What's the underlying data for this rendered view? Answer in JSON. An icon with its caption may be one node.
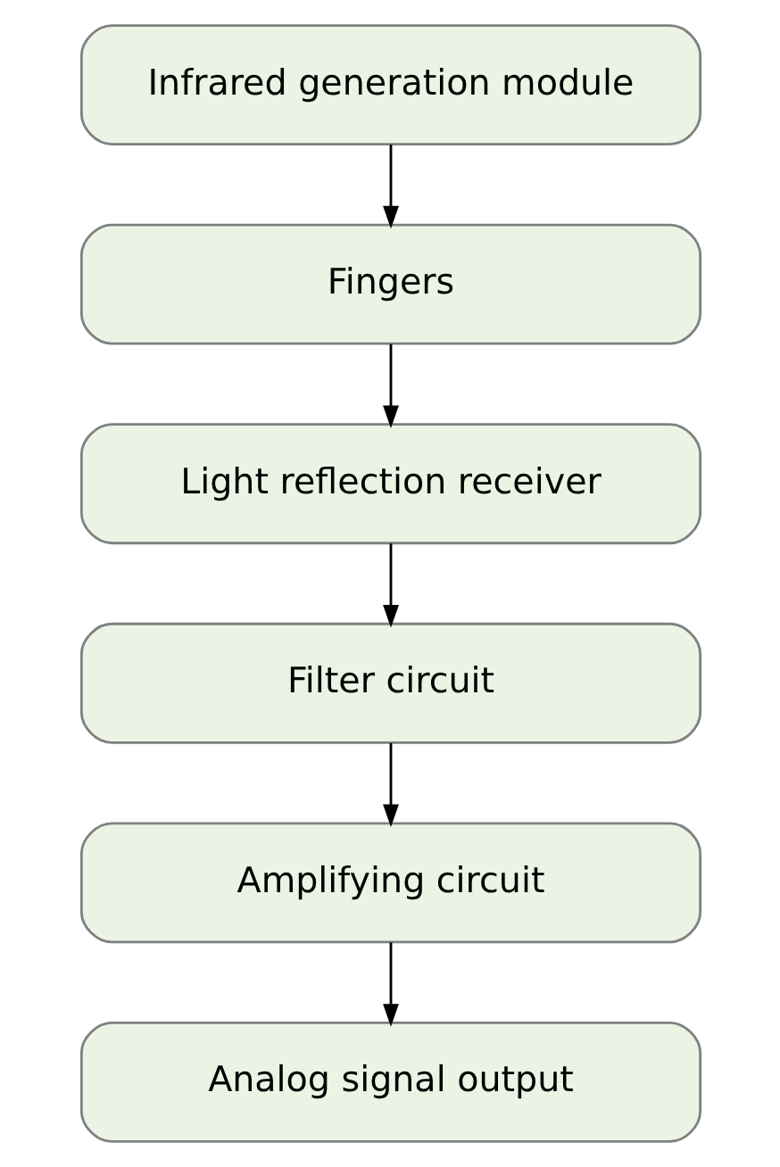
{
  "diagram": {
    "nodes": [
      {
        "text": [
          "Infrared generation module"
        ]
      },
      {
        "text": [
          "Fingers"
        ]
      },
      {
        "text": [
          "Light reflection receiver"
        ]
      },
      {
        "text": [
          "Filter circuit"
        ]
      },
      {
        "text": [
          "Amplifying circuit"
        ]
      },
      {
        "text": [
          "Analog signal output"
        ]
      }
    ],
    "edges": [
      {
        "from": 0,
        "to": 1,
        "arrow": "to"
      },
      {
        "from": 1,
        "to": 2,
        "arrow": "to"
      },
      {
        "from": 2,
        "to": 3,
        "arrow": "to"
      },
      {
        "from": 3,
        "to": 4,
        "arrow": "to"
      },
      {
        "from": 4,
        "to": 5,
        "arrow": "to"
      }
    ]
  }
}
